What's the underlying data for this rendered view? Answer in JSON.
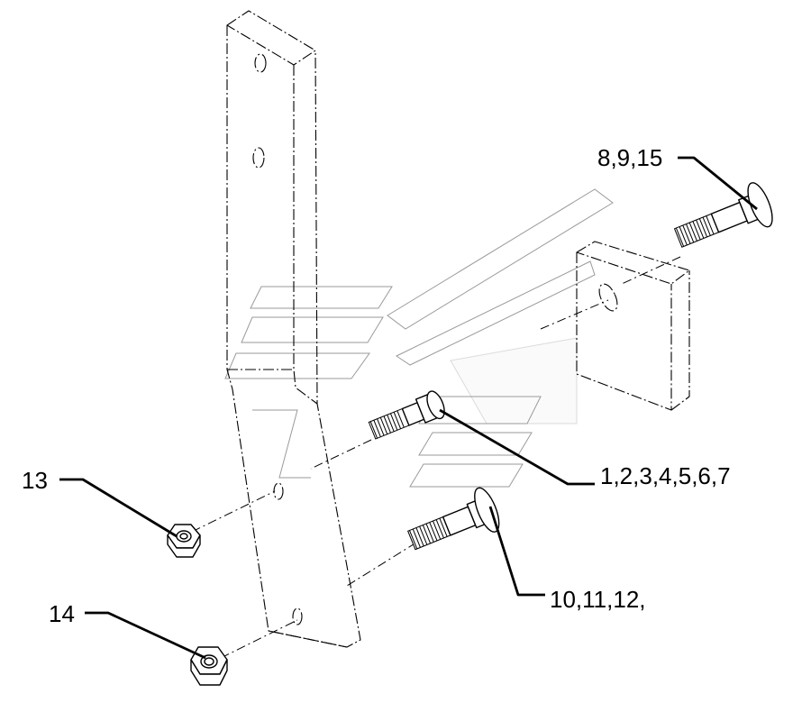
{
  "callouts": {
    "bolt_top_right": "8,9,15",
    "bolt_middle": "1,2,3,4,5,6,7",
    "bolt_lower": "10,11,12,",
    "nut_upper": "13",
    "nut_lower": "14"
  },
  "icons": {
    "bolt": "carriage-bolt-icon",
    "nut": "hex-nut-icon"
  },
  "colors": {
    "line": "#000000",
    "watermark": "#9a9a9a",
    "background": "#ffffff"
  }
}
